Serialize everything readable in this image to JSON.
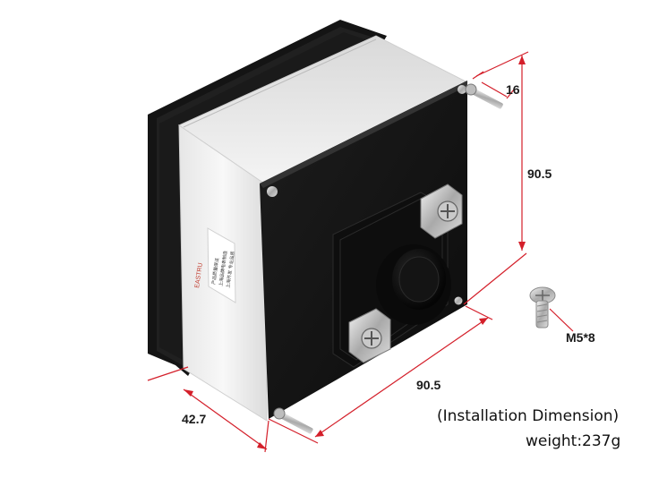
{
  "product": {
    "brand_logo_text": "EASTRU",
    "type": "panel meter rear view",
    "side_label_lines": [
      "产品质量保证",
      "上海品牌电表制造",
      "上海开发 专业品质"
    ]
  },
  "dimensions": {
    "width_label": "90.5",
    "height_label": "90.5",
    "depth_label": "42.7",
    "stud_label": "16",
    "screw_label": "M5*8"
  },
  "captions": {
    "installation": "(Installation Dimension)",
    "weight": "weight:237g"
  },
  "colors": {
    "panel_black": "#151515",
    "housing_white": "#f2f2f2",
    "dimension_line_red": "#d41f2a"
  }
}
